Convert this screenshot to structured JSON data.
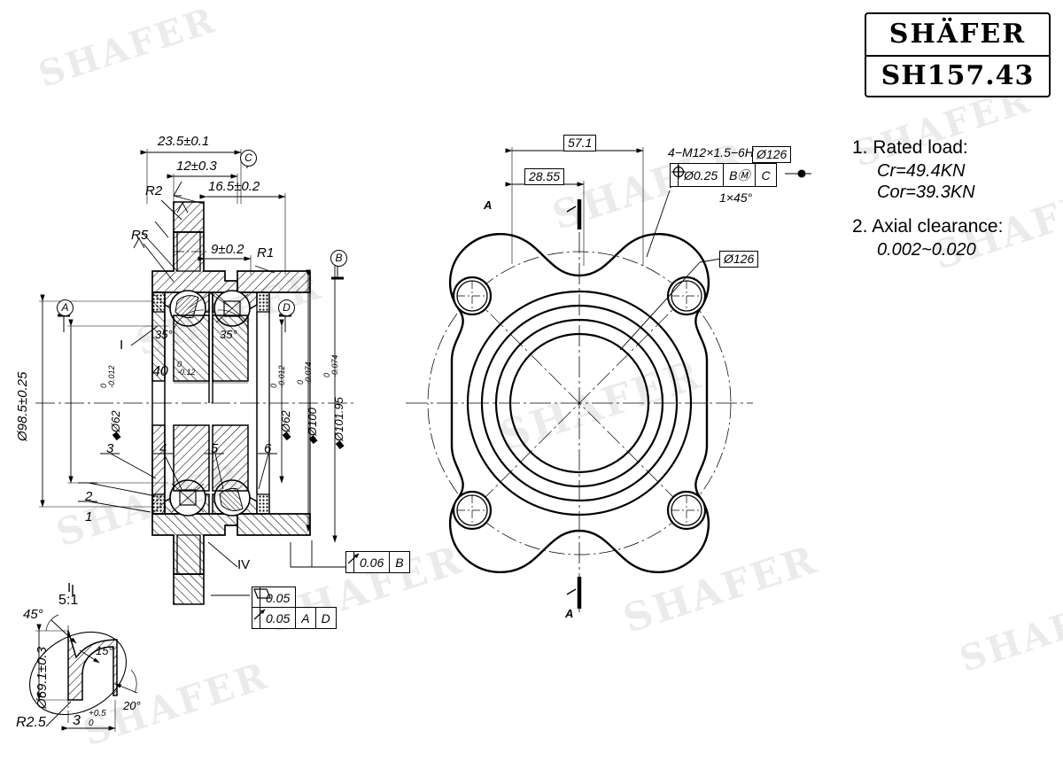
{
  "title_block": {
    "brand": "SHÄFER",
    "part_number": "SH157.43"
  },
  "notes": [
    {
      "heading": "1. Rated load:",
      "values": [
        "Cr=49.4KN",
        "Cor=39.3KN"
      ]
    },
    {
      "heading": "2. Axial clearance:",
      "values": [
        "0.002~0.020"
      ]
    }
  ],
  "section_view": {
    "label_detail_I": "I",
    "label_detail_IV": "IV",
    "linear_dims": {
      "overall_width": "23.5±0.1",
      "spigot_width": "12±0.3",
      "flange_face": "16.5±0.2",
      "step": "9±0.2",
      "inner_race_width": "40",
      "inner_race_tol_upper": "0",
      "inner_race_tol_lower": "-0.12"
    },
    "radii": [
      "R2",
      "R5",
      "R1"
    ],
    "contact_angles": [
      "35°",
      "35°"
    ],
    "diameters": [
      {
        "value": "Ø98.5±0.25",
        "prefix": "",
        "tol_upper": "",
        "tol_lower": ""
      },
      {
        "value": "Ø62",
        "prefix": "◆",
        "tol_upper": "0",
        "tol_lower": "-0.012"
      },
      {
        "value": "Ø62",
        "prefix": "◆",
        "tol_upper": "0",
        "tol_lower": "-0.012"
      },
      {
        "value": "Ø100",
        "prefix": "◆",
        "tol_upper": "0",
        "tol_lower": "-0.074"
      },
      {
        "value": "Ø101.95",
        "prefix": "◆",
        "tol_upper": "0",
        "tol_lower": "-0.074"
      }
    ],
    "datums": [
      "A",
      "B",
      "C",
      "D"
    ],
    "item_numbers": [
      "1",
      "2",
      "3",
      "4",
      "5",
      "6"
    ]
  },
  "feature_control_frames": [
    {
      "symbol": "runout",
      "tolerance": "0.06",
      "datums": [
        "B"
      ]
    },
    {
      "symbol": "parallelism",
      "tolerance": "0.05",
      "datums": []
    },
    {
      "symbol": "runout",
      "tolerance": "0.05",
      "datums": [
        "A",
        "D"
      ]
    },
    {
      "symbol": "position",
      "tolerance": "Ø0.25",
      "datums": [
        "BⓂ",
        "C"
      ]
    }
  ],
  "front_view": {
    "dims": {
      "flange_thickness": "57.1",
      "hub_offset": "28.55",
      "bolt_circle": "Ø126",
      "outer_diameter": "Ø126"
    },
    "thread_note": "4−M12×1.5−6H",
    "chamfer_note": "1×45°",
    "section_marks": [
      "A",
      "A"
    ]
  },
  "detail_view": {
    "label": "I",
    "scale": "5:1",
    "angles": [
      "45°",
      "15°",
      "20°"
    ],
    "diameter": "Ø69.1±0.3",
    "radius": "R2.5",
    "width": "3",
    "width_tol_upper": "+0.5",
    "width_tol_lower": "0"
  },
  "watermark": {
    "text": "SHAFER"
  },
  "colors": {
    "line": "#000000",
    "background": "#ffffff"
  }
}
